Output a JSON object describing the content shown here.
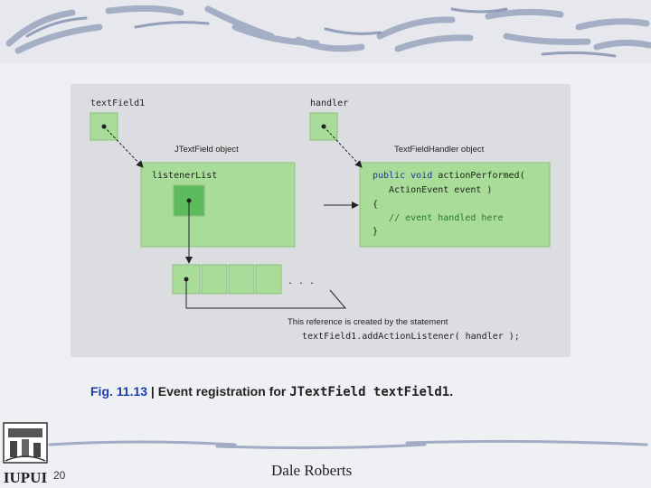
{
  "figure": {
    "labels": {
      "textfield1": "textField1",
      "handler": "handler",
      "jtextfield_object": "JTextField object",
      "handler_object": "TextFieldHandler object",
      "listener_list": "listenerList",
      "ellipsis": ". . .",
      "reference_note": "This reference is created by the statement",
      "statement": "textField1.addActionListener( handler );"
    },
    "code_lines": [
      {
        "kw": "public void",
        "text": " actionPerformed("
      },
      {
        "kw": "",
        "text": "   ActionEvent event )"
      },
      {
        "kw": "",
        "text": "{"
      },
      {
        "comment": "   // event handled here"
      },
      {
        "kw": "",
        "text": "}"
      }
    ]
  },
  "caption": {
    "fig_number": "Fig. 11.13",
    "separator": " | ",
    "text": "Event registration for ",
    "code": "JTextField textField1",
    "period": "."
  },
  "footer": {
    "page_number": "20",
    "author": "Dale Roberts",
    "logo_text": "IUPUI"
  },
  "colors": {
    "box_fill": "#a8dc98",
    "box_stroke": "#8cc27e",
    "inner_fill": "#5dbb5d",
    "figno": "#1b3fa8"
  }
}
